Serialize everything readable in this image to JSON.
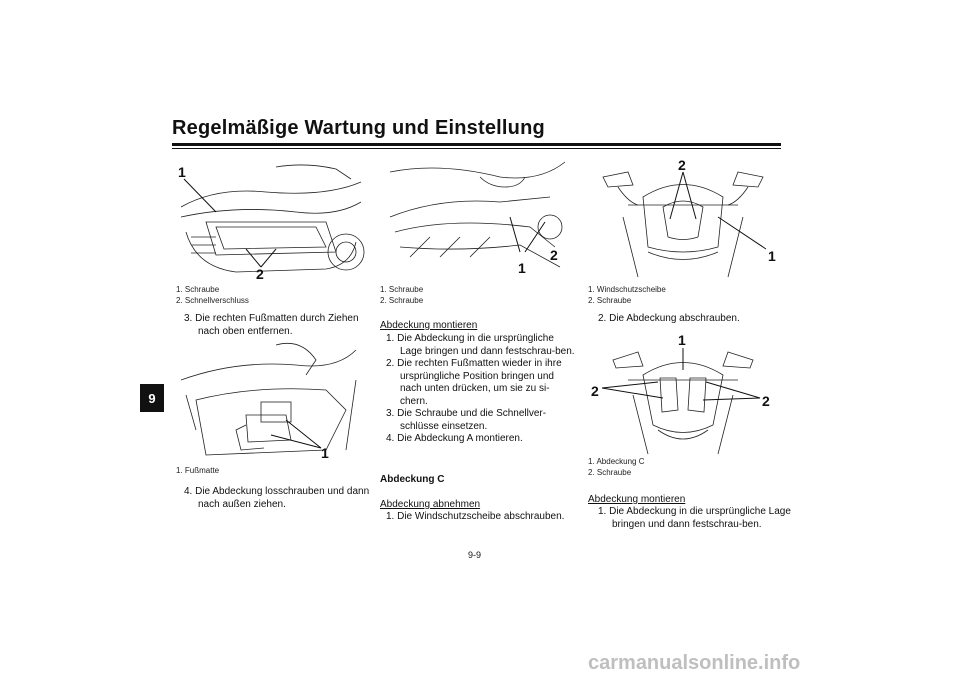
{
  "header": {
    "title": "Regelmäßige Wartung und Einstellung",
    "chapter_tab": "9"
  },
  "col1": {
    "fig1_caption": [
      "1. Schraube",
      "2. Schnellverschluss"
    ],
    "step3": "3. Die rechten Fußmatten durch Ziehen nach oben entfernen.",
    "fig2_caption": [
      "1. Fußmatte"
    ],
    "step4": "4. Die Abdeckung losschrauben und dann nach außen ziehen."
  },
  "col2": {
    "fig_caption": [
      "1. Schraube",
      "2. Schraube"
    ],
    "install_heading": "Abdeckung montieren",
    "install_steps": [
      "1. Die Abdeckung in die ursprüngliche Lage bringen und dann festschrau-ben.",
      "2. Die rechten Fußmatten wieder in ihre ursprüngliche Position bringen und nach unten drücken, um sie zu si-chern.",
      "3. Die Schraube und die Schnellver-schlüsse einsetzen.",
      "4. Die Abdeckung A montieren."
    ],
    "cover_c": "Abdeckung C",
    "remove_heading": "Abdeckung abnehmen",
    "remove_step1": "1. Die Windschutzscheibe abschrauben."
  },
  "col3": {
    "fig1_caption": [
      "1. Windschutzscheibe",
      "2. Schraube"
    ],
    "step2": "2. Die Abdeckung abschrauben.",
    "fig2_caption": [
      "1. Abdeckung C",
      "2. Schraube"
    ],
    "install_heading": "Abdeckung montieren",
    "install_step1": "1. Die Abdeckung in die ursprüngliche Lage bringen und dann festschrau-ben."
  },
  "figure_labels": {
    "f1": [
      "1",
      "2"
    ],
    "f2": [
      "1"
    ],
    "f3": [
      "1",
      "2"
    ],
    "f4": [
      "2",
      "1"
    ],
    "f5": [
      "1",
      "2",
      "2"
    ]
  },
  "page_number": "9-9",
  "footer": "carmanualsonline.info"
}
